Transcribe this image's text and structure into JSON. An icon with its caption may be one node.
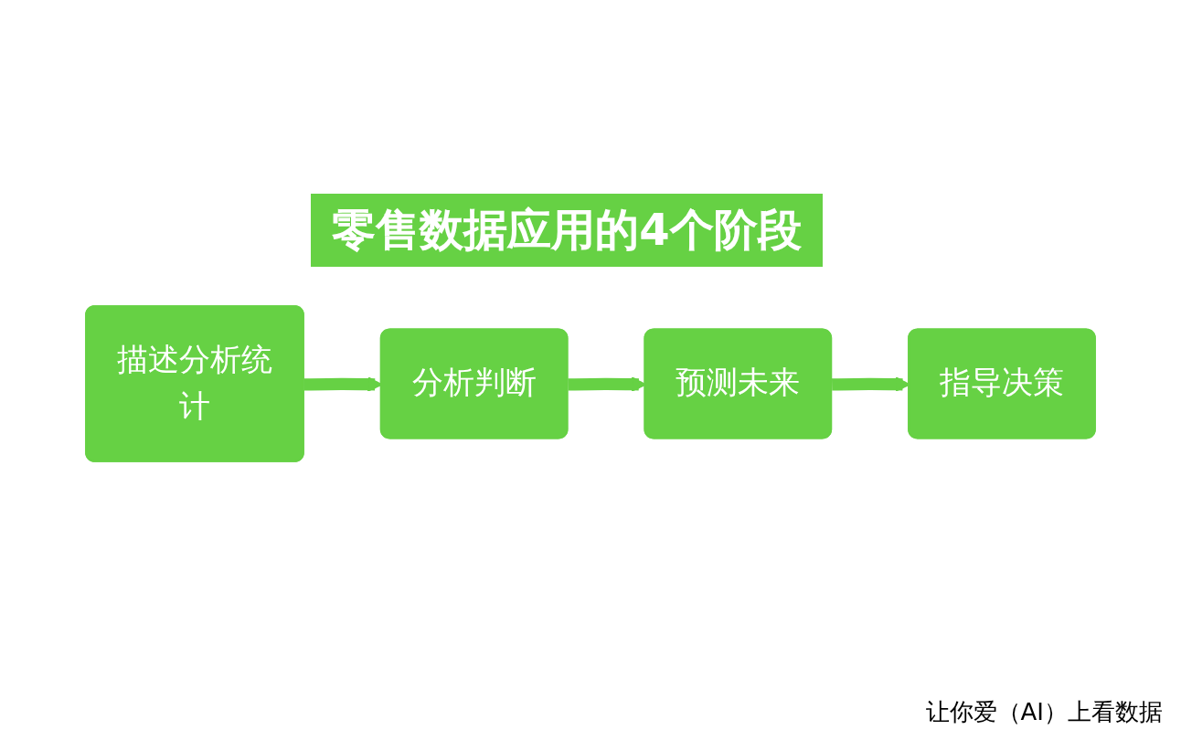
{
  "diagram": {
    "title": "零售数据应用的4个阶段",
    "nodes": [
      {
        "text": [
          "描述分析统计"
        ]
      },
      {
        "text": [
          "分析判断"
        ]
      },
      {
        "text": [
          "预测未来"
        ]
      },
      {
        "text": [
          "指导决策"
        ]
      }
    ],
    "edges": [
      {
        "from": 0,
        "to": 1,
        "arrow": "to"
      },
      {
        "from": 1,
        "to": 2,
        "arrow": "to"
      },
      {
        "from": 2,
        "to": 3,
        "arrow": "to"
      }
    ],
    "labels": [
      "让你爱（AI）上看数据"
    ]
  }
}
